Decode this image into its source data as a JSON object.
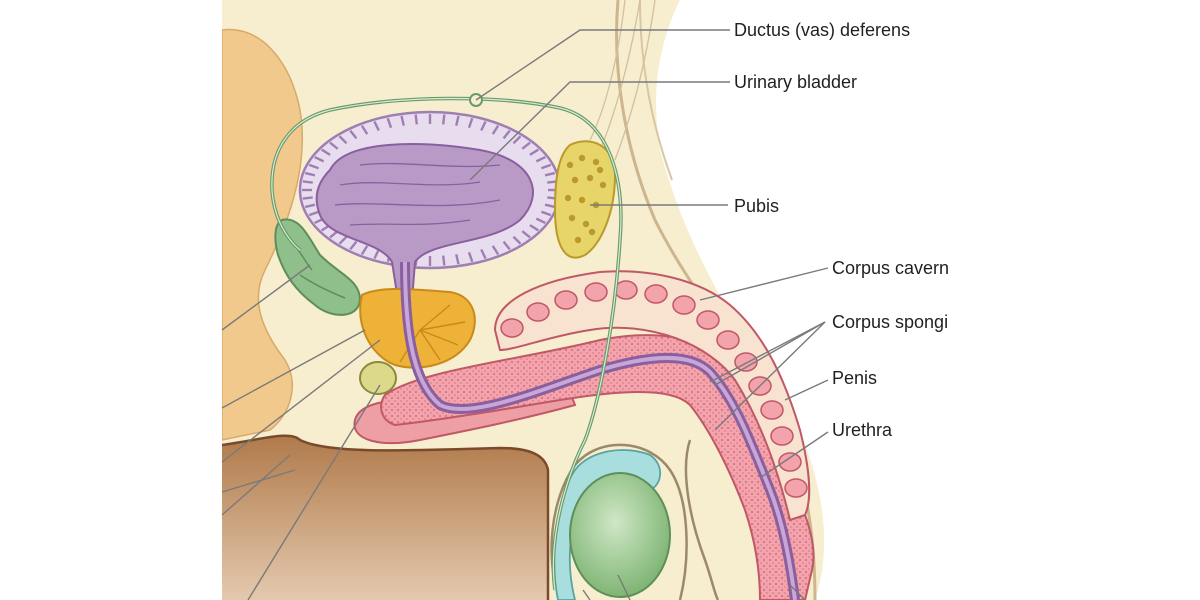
{
  "labels": {
    "ductus": "Ductus (vas) deferens",
    "bladder": "Urinary bladder",
    "pubis": "Pubis",
    "cavernosa": "Corpus cavern",
    "spongiosum": "Corpus spongi",
    "penis": "Penis",
    "urethra": "Urethra"
  },
  "colors": {
    "tissue": "#f7edcf",
    "bladder": "#b99ac6",
    "bladder_wall": "#e8dcef",
    "pubis": "#e8d56a",
    "seminal_vesicle": "#8fbf8a",
    "prostate": "#eeb238",
    "erectile": "#f0a8ae",
    "testis": "#9cc98e",
    "epididymis": "#a9dede",
    "vas": "#6a9a6a",
    "buttock": "#b07a4a"
  }
}
